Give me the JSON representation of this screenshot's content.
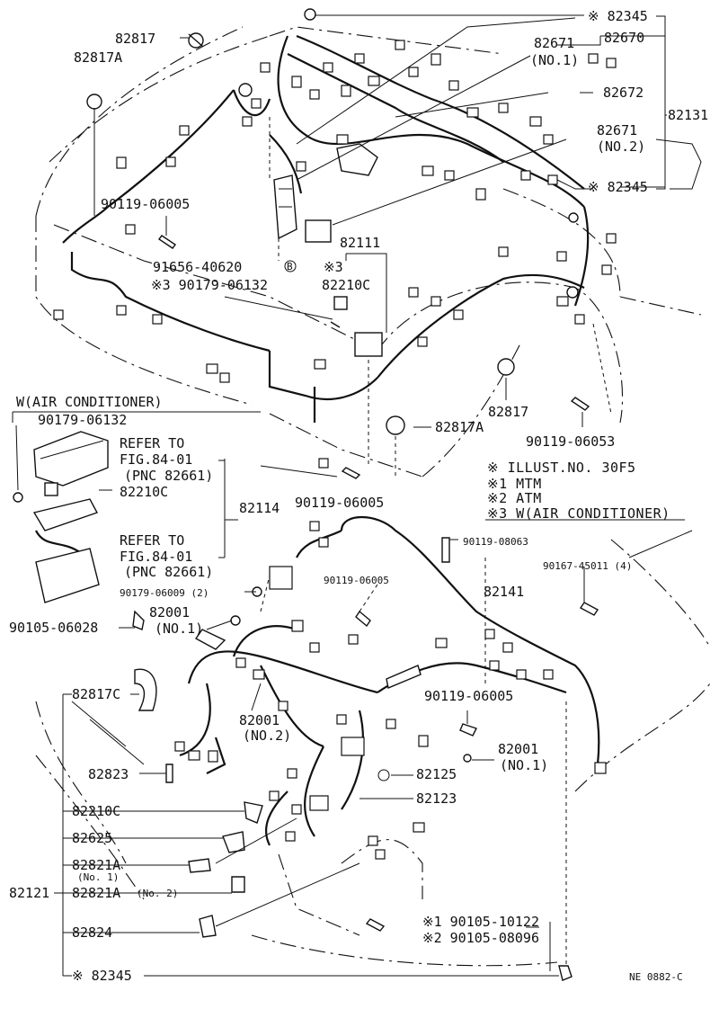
{
  "diagram": {
    "reference_code": "NE 0882-C",
    "legend": {
      "lines": [
        "※  ILLUST.NO. 30F5",
        "※1 MTM",
        "※2 ATM",
        "※3 W(AIR CONDITIONER)"
      ]
    },
    "variant_heading": "W(AIR CONDITIONER)",
    "labels": {
      "p82345_top": "※ 82345",
      "p82817_top": "82817",
      "p82670": "82670",
      "p82671_no1": "82671",
      "no1_a": "(NO.1)",
      "p82817A_top": "82817A",
      "p82672": "82672",
      "p82131": "82131",
      "p82671_no2": "82671",
      "no2_a": "(NO.2)",
      "p82345_mid": "※ 82345",
      "p90119_06005_a": "90119-06005",
      "p82111": "82111",
      "p91656_40620": "91656-40620",
      "circ_b": "B",
      "mark3_a": "※3",
      "p90179_06132_a": "※3  90179-06132",
      "p82210C_a": "82210C",
      "p90179_06132_b": "90179-06132",
      "p82817_mid": "82817",
      "refer_a1": "REFER TO",
      "refer_a2": "FIG.84-01",
      "refer_a3": "(PNC 82661)",
      "p82817A_mid": "82817A",
      "p90119_06053": "90119-06053",
      "p82210C_b": "82210C",
      "p82114": "82114",
      "p90119_06005_b": "90119-06005",
      "refer_b1": "REFER TO",
      "refer_b2": "FIG.84-01",
      "refer_b3": "(PNC 82661)",
      "p90119_08063": "90119-08063",
      "p90167_45011": "90167-45011 (4)",
      "p90119_06005_c": "90119-06005",
      "p90179_06009": "90179-06009 (2)",
      "p82141": "82141",
      "p90105_06028": "90105-06028",
      "p82001_no1_a": "82001",
      "no1_b": "(NO.1)",
      "p82817C": "82817C",
      "p90119_06005_d": "90119-06005",
      "p82001_no2": "82001",
      "no2_b": "(NO.2)",
      "p82001_no1_b": "82001",
      "no1_c": "(NO.1)",
      "p82823": "82823",
      "p82125": "82125",
      "p82123": "82123",
      "p82210C_c": "82210C",
      "p82625": "82625",
      "p82821A_1": "82821A",
      "no1_small": "(No. 1)",
      "p82121": "82121",
      "p82821A_2": "82821A",
      "no2_small": "(No. 2)",
      "p82824": "82824",
      "p90105_10122": "※1  90105-10122",
      "p90105_08096": "※2  90105-08096",
      "p82345_bot": "※ 82345"
    }
  }
}
